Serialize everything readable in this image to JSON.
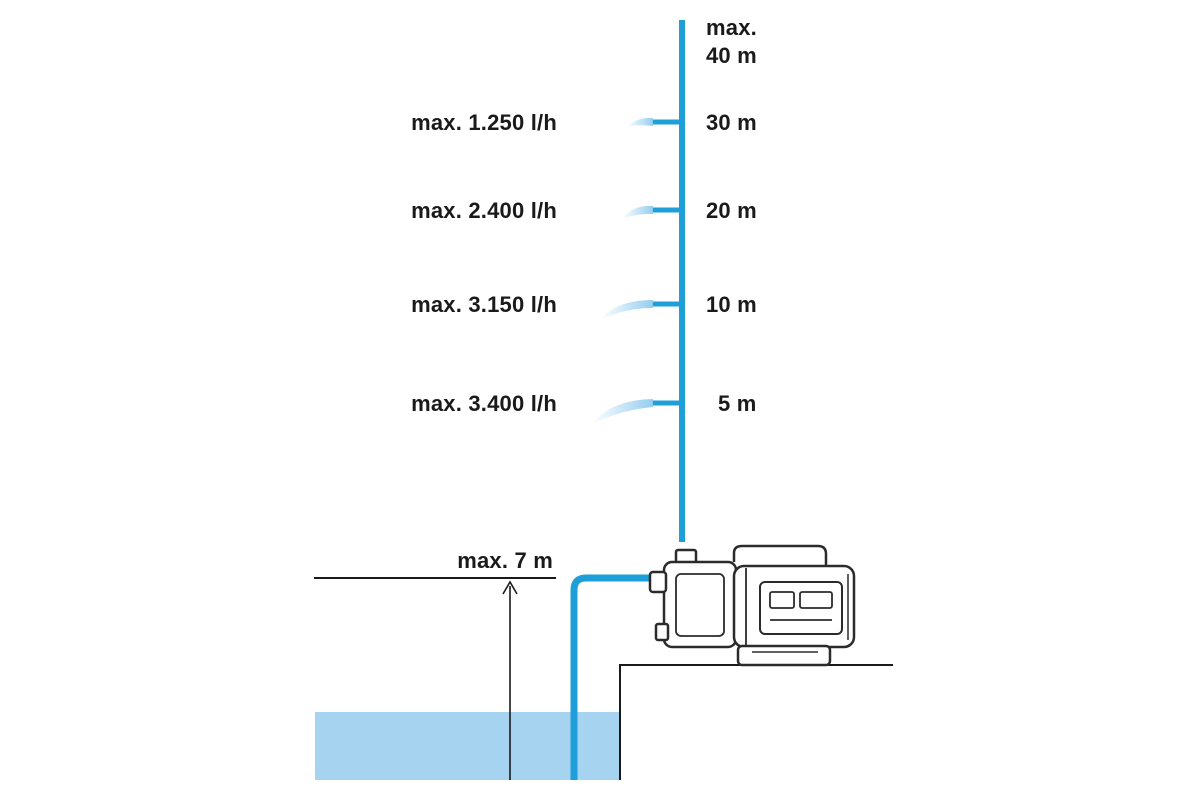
{
  "max_height": {
    "line1": "max.",
    "line2": "40 m"
  },
  "levels": [
    {
      "flow": "max. 1.250 l/h",
      "head": "30 m"
    },
    {
      "flow": "max. 2.400 l/h",
      "head": "20 m"
    },
    {
      "flow": "max. 3.150 l/h",
      "head": "10 m"
    },
    {
      "flow": "max. 3.400 l/h",
      "head": "5 m"
    }
  ],
  "suction": {
    "label": "max. 7 m"
  },
  "colors": {
    "pipe": "#1e9fd9",
    "water": "#a6d3f0",
    "spray": "#8ecaee",
    "pump": "#2b2b2b",
    "lines": "#1a1a1a"
  }
}
